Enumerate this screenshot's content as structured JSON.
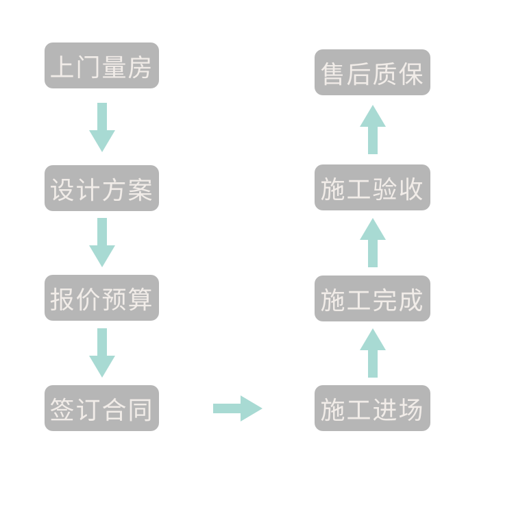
{
  "colors": {
    "background": "#ffffff",
    "box_bg": "#b6b6b6",
    "box_text": "#f1ece8",
    "arrow": "#a8dad3"
  },
  "flow": {
    "left_column": [
      {
        "label": "上门量房"
      },
      {
        "label": "设计方案"
      },
      {
        "label": "报价预算"
      },
      {
        "label": "签订合同"
      }
    ],
    "right_column": [
      {
        "label": "售后质保"
      },
      {
        "label": "施工验收"
      },
      {
        "label": "施工完成"
      },
      {
        "label": "施工进场"
      }
    ]
  }
}
